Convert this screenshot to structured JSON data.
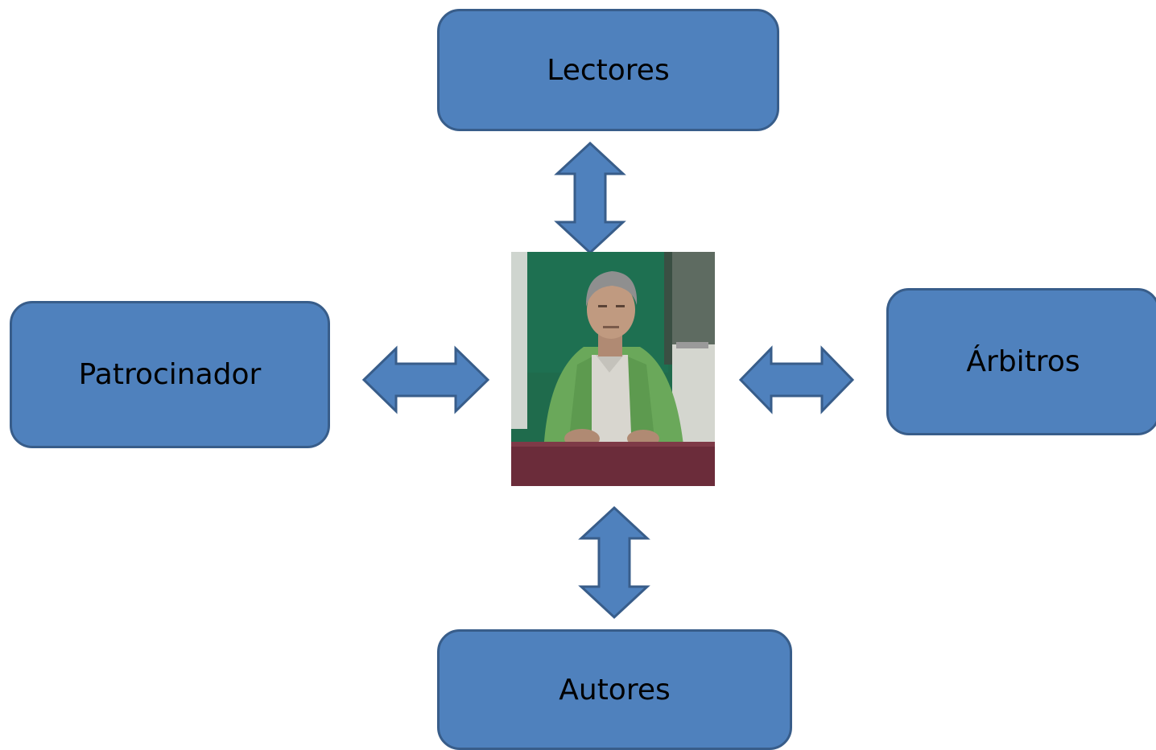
{
  "diagram": {
    "nodes": {
      "top": {
        "label": "Lectores"
      },
      "left": {
        "label": "Patrocinador"
      },
      "right": {
        "label": "Árbitros"
      },
      "bottom": {
        "label": "Autores"
      }
    },
    "center": {
      "image": "person-photo"
    },
    "connectors": [
      {
        "from": "center",
        "to": "top",
        "style": "double-arrow"
      },
      {
        "from": "center",
        "to": "left",
        "style": "double-arrow"
      },
      {
        "from": "center",
        "to": "right",
        "style": "double-arrow"
      },
      {
        "from": "center",
        "to": "bottom",
        "style": "double-arrow"
      }
    ],
    "colors": {
      "box_fill": "#4f81bd",
      "box_border": "#385d8a",
      "arrow_fill": "#4f81bd",
      "arrow_border": "#385d8a",
      "text": "#000000"
    }
  }
}
